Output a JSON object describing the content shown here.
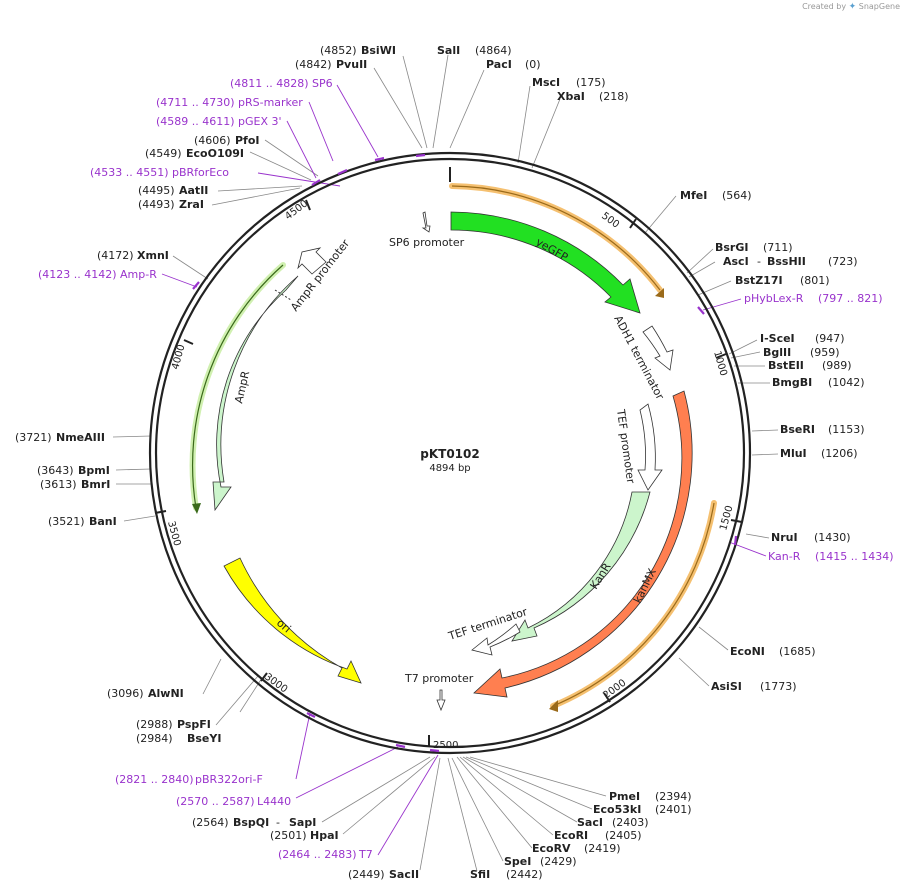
{
  "credit": {
    "prefix": "Created by",
    "brand": "SnapGene"
  },
  "plasmid": {
    "name": "pKT0102",
    "length_label": "4894 bp",
    "length": 4894
  },
  "ticks": [
    "500",
    "1000",
    "1500",
    "2000",
    "2500",
    "3000",
    "3500",
    "4000",
    "4500"
  ],
  "features": [
    {
      "label": "yeGFP",
      "color": "#22e022"
    },
    {
      "label": "ADH1 terminator",
      "color": "#ffffff"
    },
    {
      "label": "kanMX",
      "color": "#ff7f50"
    },
    {
      "label": "TEF promoter",
      "color": "#ffffff"
    },
    {
      "label": "KanR",
      "color": "#ccf5cc"
    },
    {
      "label": "TEF terminator",
      "color": "#ffffff"
    },
    {
      "label": "T7 promoter",
      "color": "#ffffff"
    },
    {
      "label": "ori",
      "color": "#ffff00"
    },
    {
      "label": "AmpR",
      "color": "#ccf5cc"
    },
    {
      "label": "AmpR promoter",
      "color": "#ffffff"
    },
    {
      "label": "SP6 promoter",
      "color": "#ffffff"
    }
  ],
  "sites": [
    {
      "pos": "(4852)",
      "name": "BsiWI"
    },
    {
      "pos": "(4842)",
      "name": "PvuII"
    },
    {
      "pos": "(4864)",
      "name": "SalI"
    },
    {
      "pos": "(0)",
      "name": "PacI"
    },
    {
      "pos": "(175)",
      "name": "MscI"
    },
    {
      "pos": "(218)",
      "name": "XbaI"
    },
    {
      "pos": "(564)",
      "name": "MfeI"
    },
    {
      "pos": "(711)",
      "name": "BsrGI"
    },
    {
      "pos": "(723)",
      "name": "AscI",
      "name2": "BssHII"
    },
    {
      "pos": "(801)",
      "name": "BstZ17I"
    },
    {
      "pos": "(947)",
      "name": "I-SceI"
    },
    {
      "pos": "(959)",
      "name": "BglII"
    },
    {
      "pos": "(989)",
      "name": "BstEII"
    },
    {
      "pos": "(1042)",
      "name": "BmgBI"
    },
    {
      "pos": "(1153)",
      "name": "BseRI"
    },
    {
      "pos": "(1206)",
      "name": "MluI"
    },
    {
      "pos": "(1430)",
      "name": "NruI"
    },
    {
      "pos": "(1685)",
      "name": "EcoNI"
    },
    {
      "pos": "(1773)",
      "name": "AsiSI"
    },
    {
      "pos": "(2394)",
      "name": "PmeI"
    },
    {
      "pos": "(2401)",
      "name": "Eco53kI"
    },
    {
      "pos": "(2403)",
      "name": "SacI"
    },
    {
      "pos": "(2405)",
      "name": "EcoRI"
    },
    {
      "pos": "(2419)",
      "name": "EcoRV"
    },
    {
      "pos": "(2429)",
      "name": "SpeI"
    },
    {
      "pos": "(2442)",
      "name": "SfiI"
    },
    {
      "pos": "(2449)",
      "name": "SacII"
    },
    {
      "pos": "(2501)",
      "name": "HpaI"
    },
    {
      "pos": "(2564)",
      "name": "BspQI",
      "name2": "SapI"
    },
    {
      "pos": "(2984)",
      "name": "BseYI"
    },
    {
      "pos": "(2988)",
      "name": "PspFI"
    },
    {
      "pos": "(3096)",
      "name": "AlwNI"
    },
    {
      "pos": "(3521)",
      "name": "BanI"
    },
    {
      "pos": "(3613)",
      "name": "BmrI"
    },
    {
      "pos": "(3643)",
      "name": "BpmI"
    },
    {
      "pos": "(3721)",
      "name": "NmeAIII"
    },
    {
      "pos": "(4172)",
      "name": "XmnI"
    },
    {
      "pos": "(4493)",
      "name": "ZraI"
    },
    {
      "pos": "(4495)",
      "name": "AatII"
    },
    {
      "pos": "(4549)",
      "name": "EcoO109I"
    },
    {
      "pos": "(4606)",
      "name": "PfoI"
    }
  ],
  "primers": [
    {
      "range": "(4811 .. 4828)",
      "name": "SP6"
    },
    {
      "range": "(4711 .. 4730)",
      "name": "pRS-marker"
    },
    {
      "range": "(4589 .. 4611)",
      "name": "pGEX 3'"
    },
    {
      "range": "(4533 .. 4551)",
      "name": "pBRforEco"
    },
    {
      "range": "(4123 .. 4142)",
      "name": "Amp-R"
    },
    {
      "range": "(797 .. 821)",
      "name": "pHybLex-R"
    },
    {
      "range": "(1415 .. 1434)",
      "name": "Kan-R"
    },
    {
      "range": "(2821 .. 2840)",
      "name": "pBR322ori-F"
    },
    {
      "range": "(2570 .. 2587)",
      "name": "L4440"
    },
    {
      "range": "(2464 .. 2483)",
      "name": "T7"
    }
  ]
}
